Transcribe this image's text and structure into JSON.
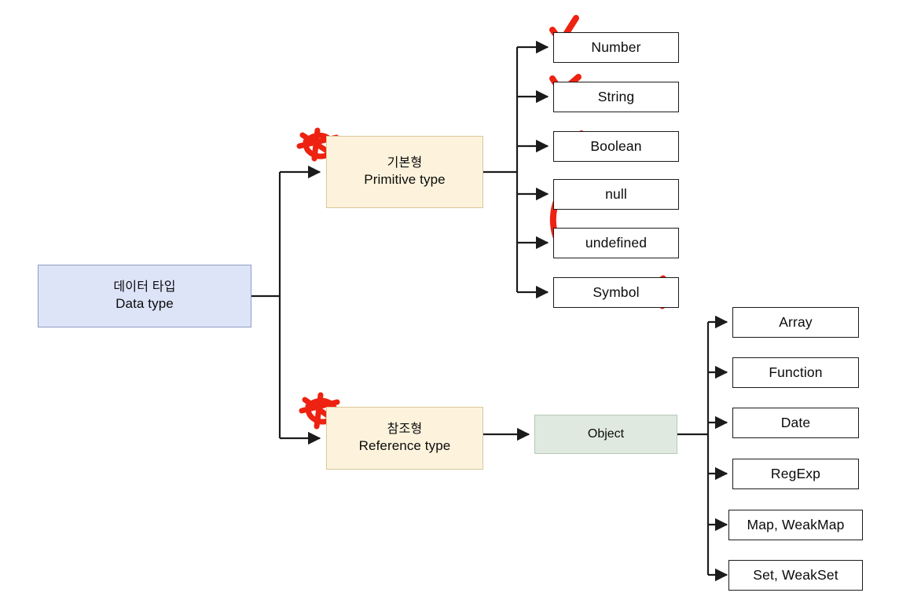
{
  "diagram": {
    "title": "JavaScript data type tree",
    "colors": {
      "root_fill": "#dde4f8",
      "group_fill": "#fdf3dc",
      "object_fill": "#e0e9e0",
      "leaf_fill": "#ffffff",
      "line": "#1b1b1b",
      "annotation": "#ee2211"
    }
  },
  "root": {
    "ko": "데이터 타입",
    "en": "Data type"
  },
  "branches": [
    {
      "id": "primitive",
      "ko": "기본형",
      "en": "Primitive type",
      "annotation": "red-star-scribble",
      "children": [
        {
          "label": "Number",
          "annotation": "red-checkmark"
        },
        {
          "label": "String",
          "annotation": "red-checkmark"
        },
        {
          "label": "Boolean",
          "annotation": "red-checkmark"
        },
        {
          "label": "null",
          "annotation": "red-bracket-group"
        },
        {
          "label": "undefined",
          "annotation": "red-bracket-group"
        },
        {
          "label": "Symbol",
          "annotation": "red-bracket-small"
        }
      ]
    },
    {
      "id": "reference",
      "ko": "참조형",
      "en": "Reference type",
      "annotation": "red-star-scribble",
      "children": [
        {
          "label": "Object",
          "annotation": ""
        }
      ]
    }
  ],
  "object_children": [
    {
      "label": "Array"
    },
    {
      "label": "Function"
    },
    {
      "label": "Date"
    },
    {
      "label": "RegExp"
    },
    {
      "label": "Map, WeakMap"
    },
    {
      "label": "Set, WeakSet"
    }
  ],
  "annotations": [
    {
      "name": "star-on-primitive-type",
      "kind": "star",
      "color": "#ee2211"
    },
    {
      "name": "star-on-reference-type",
      "kind": "star",
      "color": "#ee2211"
    },
    {
      "name": "check-on-number",
      "kind": "check",
      "color": "#ee2211"
    },
    {
      "name": "check-on-string",
      "kind": "check",
      "color": "#ee2211"
    },
    {
      "name": "check-on-boolean",
      "kind": "check",
      "color": "#ee2211"
    },
    {
      "name": "bracket-null-undefined",
      "kind": "paren-large",
      "color": "#ee2211"
    },
    {
      "name": "bracket-symbol",
      "kind": "paren-small",
      "color": "#ee2211"
    }
  ]
}
